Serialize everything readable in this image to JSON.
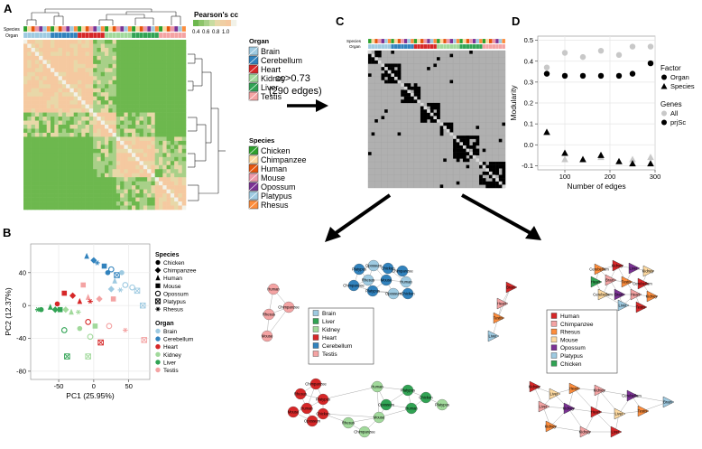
{
  "panel_letters": {
    "a": "A",
    "b": "B",
    "c": "C",
    "d": "D"
  },
  "heatmap": {
    "colorbar_title": "Pearson's cc",
    "colorbar_ticks": [
      "0.4",
      "0.6",
      "0.8",
      "1.0"
    ],
    "row_label_species": "Species",
    "row_label_organ": "Organ",
    "organ_legend_title": "Organ",
    "organ_legend": [
      {
        "name": "Brain",
        "color": "#9ecae1"
      },
      {
        "name": "Cerebellum",
        "color": "#3182bd"
      },
      {
        "name": "Heart",
        "color": "#d62728"
      },
      {
        "name": "Kidney",
        "color": "#a1d99b"
      },
      {
        "name": "Liver",
        "color": "#31a354"
      },
      {
        "name": "Testis",
        "color": "#f4a3a3"
      }
    ],
    "species_legend_title": "Species",
    "species_legend": [
      {
        "name": "Chicken",
        "color": "#2ca02c"
      },
      {
        "name": "Chimpanzee",
        "color": "#fdd9a0"
      },
      {
        "name": "Human",
        "color": "#e6550d"
      },
      {
        "name": "Mouse",
        "color": "#ee99aa"
      },
      {
        "name": "Opossum",
        "color": "#7b3294"
      },
      {
        "name": "Platypus",
        "color": "#9ecae1"
      },
      {
        "name": "Rhesus",
        "color": "#fd8d3c"
      }
    ]
  },
  "arrow_label_line1": "cc>0.73",
  "arrow_label_line2": "(290 edges)",
  "adjacency": {
    "row_label_species": "Species",
    "row_label_organ": "Organ"
  },
  "chart_data": [
    {
      "type": "scatter",
      "panel": "B",
      "xlabel": "PC1 (25.95%)",
      "ylabel": "PC2 (12.37%)",
      "xlim": [
        -90,
        80
      ],
      "ylim": [
        -90,
        75
      ],
      "xticks": [
        -50,
        0,
        50
      ],
      "yticks": [
        -80,
        -40,
        0,
        40
      ],
      "species_legend_title": "Species",
      "species_legend": [
        {
          "name": "Chicken",
          "marker": "circle"
        },
        {
          "name": "Chimpanzee",
          "marker": "diamond"
        },
        {
          "name": "Human",
          "marker": "triangle"
        },
        {
          "name": "Mouse",
          "marker": "square"
        },
        {
          "name": "Opossum",
          "marker": "open-circle"
        },
        {
          "name": "Platypus",
          "marker": "boxed-x"
        },
        {
          "name": "Rhesus",
          "marker": "asterisk"
        }
      ],
      "organ_legend_title": "Organ",
      "organ_legend": [
        {
          "name": "Brain",
          "color": "#9ecae1"
        },
        {
          "name": "Cerebellum",
          "color": "#3182bd"
        },
        {
          "name": "Heart",
          "color": "#d62728"
        },
        {
          "name": "Kidney",
          "color": "#a1d99b"
        },
        {
          "name": "Liver",
          "color": "#31a354"
        },
        {
          "name": "Testis",
          "color": "#f4a3a3"
        }
      ],
      "points": [
        {
          "x": -10,
          "y": 60,
          "organ": "Cerebellum",
          "species": "Human"
        },
        {
          "x": 0,
          "y": 55,
          "organ": "Cerebellum",
          "species": "Chimpanzee"
        },
        {
          "x": 5,
          "y": 52,
          "organ": "Cerebellum",
          "species": "Rhesus"
        },
        {
          "x": 15,
          "y": 48,
          "organ": "Cerebellum",
          "species": "Mouse"
        },
        {
          "x": 25,
          "y": 44,
          "organ": "Cerebellum",
          "species": "Opossum"
        },
        {
          "x": 20,
          "y": 40,
          "organ": "Cerebellum",
          "species": "Chicken"
        },
        {
          "x": 33,
          "y": 37,
          "organ": "Cerebellum",
          "species": "Platypus"
        },
        {
          "x": 40,
          "y": 40,
          "organ": "Brain",
          "species": "Chicken"
        },
        {
          "x": 30,
          "y": 30,
          "organ": "Brain",
          "species": "Human"
        },
        {
          "x": 45,
          "y": 25,
          "organ": "Brain",
          "species": "Opossum"
        },
        {
          "x": 55,
          "y": 22,
          "organ": "Brain",
          "species": "Opossum"
        },
        {
          "x": 38,
          "y": 19,
          "organ": "Brain",
          "species": "Rhesus"
        },
        {
          "x": 25,
          "y": 20,
          "organ": "Brain",
          "species": "Chimpanzee"
        },
        {
          "x": 62,
          "y": 18,
          "organ": "Brain",
          "species": "Platypus"
        },
        {
          "x": 70,
          "y": 0,
          "organ": "Brain",
          "species": "Platypus"
        },
        {
          "x": -15,
          "y": 25,
          "organ": "Testis",
          "species": "Mouse"
        },
        {
          "x": -8,
          "y": 10,
          "organ": "Testis",
          "species": "Human"
        },
        {
          "x": 8,
          "y": 8,
          "organ": "Testis",
          "species": "Chimpanzee"
        },
        {
          "x": 28,
          "y": 8,
          "organ": "Testis",
          "species": "Mouse"
        },
        {
          "x": 22,
          "y": -25,
          "organ": "Testis",
          "species": "Opossum"
        },
        {
          "x": 45,
          "y": -30,
          "organ": "Testis",
          "species": "Rhesus"
        },
        {
          "x": 72,
          "y": -42,
          "organ": "Testis",
          "species": "Platypus"
        },
        {
          "x": -42,
          "y": 15,
          "organ": "Heart",
          "species": "Mouse"
        },
        {
          "x": -30,
          "y": 12,
          "organ": "Heart",
          "species": "Chimpanzee"
        },
        {
          "x": -20,
          "y": 5,
          "organ": "Heart",
          "species": "Human"
        },
        {
          "x": -5,
          "y": 5,
          "organ": "Heart",
          "species": "Rhesus"
        },
        {
          "x": -8,
          "y": -20,
          "organ": "Heart",
          "species": "Opossum"
        },
        {
          "x": 10,
          "y": -45,
          "organ": "Heart",
          "species": "Platypus"
        },
        {
          "x": -52,
          "y": 2,
          "organ": "Heart",
          "species": "Chicken"
        },
        {
          "x": -80,
          "y": -5,
          "organ": "Liver",
          "species": "Rhesus"
        },
        {
          "x": -75,
          "y": -5,
          "organ": "Liver",
          "species": "Chicken"
        },
        {
          "x": -62,
          "y": -2,
          "organ": "Liver",
          "species": "Human"
        },
        {
          "x": -55,
          "y": -5,
          "organ": "Liver",
          "species": "Chimpanzee"
        },
        {
          "x": -48,
          "y": -5,
          "organ": "Liver",
          "species": "Mouse"
        },
        {
          "x": -42,
          "y": -30,
          "organ": "Liver",
          "species": "Opossum"
        },
        {
          "x": -38,
          "y": -62,
          "organ": "Liver",
          "species": "Platypus"
        },
        {
          "x": -40,
          "y": -5,
          "organ": "Kidney",
          "species": "Chimpanzee"
        },
        {
          "x": -32,
          "y": -8,
          "organ": "Kidney",
          "species": "Human"
        },
        {
          "x": -22,
          "y": -8,
          "organ": "Kidney",
          "species": "Rhesus"
        },
        {
          "x": -20,
          "y": -28,
          "organ": "Kidney",
          "species": "Chicken"
        },
        {
          "x": -5,
          "y": -38,
          "organ": "Kidney",
          "species": "Opossum"
        },
        {
          "x": -8,
          "y": -62,
          "organ": "Kidney",
          "species": "Platypus"
        },
        {
          "x": 2,
          "y": -25,
          "organ": "Kidney",
          "species": "Mouse"
        }
      ]
    },
    {
      "type": "scatter",
      "panel": "D",
      "xlabel": "Number of edges",
      "ylabel": "Modularity",
      "xlim": [
        40,
        300
      ],
      "ylim": [
        -0.12,
        0.52
      ],
      "xticks": [
        100,
        200,
        300
      ],
      "yticks": [
        -0.1,
        0.0,
        0.1,
        0.2,
        0.3,
        0.4,
        0.5
      ],
      "legend": {
        "factor_title": "Factor",
        "factor_items": [
          {
            "name": "Organ",
            "marker": "circle"
          },
          {
            "name": "Species",
            "marker": "triangle"
          }
        ],
        "genes_title": "Genes",
        "genes_items": [
          {
            "name": "All",
            "color": "#c8c8c8"
          },
          {
            "name": "prjSc",
            "color": "#000000"
          }
        ]
      },
      "series": [
        {
          "factor": "Organ",
          "genes": "All",
          "x": [
            60,
            100,
            140,
            180,
            220,
            250,
            290
          ],
          "y": [
            0.37,
            0.44,
            0.42,
            0.45,
            0.43,
            0.47,
            0.47
          ]
        },
        {
          "factor": "Organ",
          "genes": "prjSc",
          "x": [
            60,
            100,
            140,
            180,
            220,
            250,
            290
          ],
          "y": [
            0.34,
            0.33,
            0.33,
            0.33,
            0.33,
            0.34,
            0.39
          ]
        },
        {
          "factor": "Species",
          "genes": "All",
          "x": [
            100,
            180,
            250,
            290
          ],
          "y": [
            -0.07,
            -0.06,
            -0.07,
            -0.06
          ]
        },
        {
          "factor": "Species",
          "genes": "prjSc",
          "x": [
            60,
            100,
            140,
            180,
            220,
            250,
            290
          ],
          "y": [
            0.06,
            -0.04,
            -0.07,
            -0.05,
            -0.08,
            -0.09,
            -0.09
          ]
        }
      ]
    }
  ],
  "networks": {
    "organ_legend": [
      {
        "name": "Brain",
        "color": "#9ecae1"
      },
      {
        "name": "Liver",
        "color": "#31a354"
      },
      {
        "name": "Kidney",
        "color": "#a1d99b"
      },
      {
        "name": "Heart",
        "color": "#d62728"
      },
      {
        "name": "Cerebellum",
        "color": "#3182bd"
      },
      {
        "name": "Testis",
        "color": "#f4a3a3"
      }
    ],
    "species_legend": [
      {
        "name": "Human",
        "color": "#d62728"
      },
      {
        "name": "Chimpanzee",
        "color": "#f4a3a3"
      },
      {
        "name": "Rhesus",
        "color": "#fd8d3c"
      },
      {
        "name": "Mouse",
        "color": "#fdd9a0"
      },
      {
        "name": "Opossum",
        "color": "#7b3294"
      },
      {
        "name": "Platypus",
        "color": "#9ecae1"
      },
      {
        "name": "Chicken",
        "color": "#31a354"
      }
    ],
    "organ_network_node_labels": [
      "Human",
      "Chimpanzee",
      "Rhesus",
      "Mouse",
      "Platypus",
      "Opossum",
      "Chicken",
      "Chimpanzee",
      "Rhesus",
      "Mouse",
      "Human",
      "Chimpanzee",
      "Platypus",
      "Opossum",
      "Chicken",
      "Chimpanzee",
      "Rhesus",
      "Platypus",
      "Human",
      "Mouse",
      "Opossum",
      "Chicken",
      "Human",
      "Platypus",
      "Chicken",
      "Opossum",
      "Human",
      "Rhesus",
      "Mouse",
      "Chimpanzee",
      "Platypus"
    ],
    "species_network_node_labels": [
      "Brain",
      "Heart",
      "Testis",
      "Liver",
      "Cerebellum",
      "Kidney",
      "Liver",
      "Kidney",
      "Heart",
      "Brain",
      "Testis",
      "Cerebellum",
      "Cerebellum",
      "Brain",
      "Heart",
      "Kidney",
      "Liver",
      "Testis",
      "Kidney",
      "Liver",
      "Heart",
      "Kidney",
      "Cerebellum",
      "Brain",
      "Liver",
      "Kidney",
      "Heart",
      "Liver",
      "Testis",
      "Kidney",
      "Kidney",
      "Liver"
    ]
  }
}
